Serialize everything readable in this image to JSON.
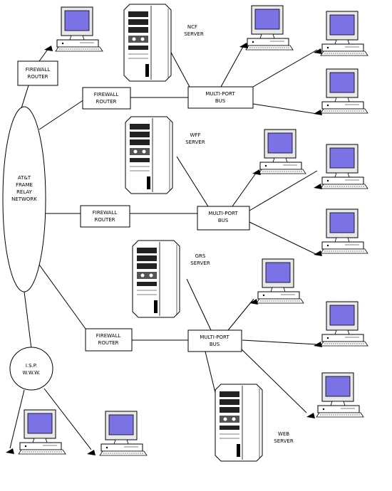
{
  "network": {
    "label_lines": [
      "AT&T",
      "FRAME",
      "RELAY",
      "NETWORK"
    ]
  },
  "isp": {
    "label_lines": [
      "I.S.P.",
      "W.W.W."
    ]
  },
  "firewall_routers": [
    {
      "label_lines": [
        "FIREWALL",
        "ROUTER"
      ]
    },
    {
      "label_lines": [
        "FIREWALL",
        "ROUTER"
      ]
    },
    {
      "label_lines": [
        "FIREWALL",
        "ROUTER"
      ]
    },
    {
      "label_lines": [
        "FIREWALL",
        "ROUTER"
      ]
    }
  ],
  "buses": [
    {
      "label_lines": [
        "MULTI-PORT",
        "BUS"
      ]
    },
    {
      "label_lines": [
        "MULTI-PORT",
        "BUS"
      ]
    },
    {
      "label_lines": [
        "MULTI-PORT",
        "BUS"
      ]
    }
  ],
  "servers": [
    {
      "label_lines": [
        "NCF",
        "SERVER"
      ]
    },
    {
      "label_lines": [
        "WFF",
        "SERVER"
      ]
    },
    {
      "label_lines": [
        "GRS",
        "SERVER"
      ]
    },
    {
      "label_lines": [
        "WEB",
        "SERVER"
      ]
    }
  ],
  "icons": {
    "computer": "computer-icon",
    "server": "server-tower-icon"
  },
  "colors": {
    "screen": "#7b72e6",
    "line": "#000000",
    "background": "#ffffff"
  }
}
